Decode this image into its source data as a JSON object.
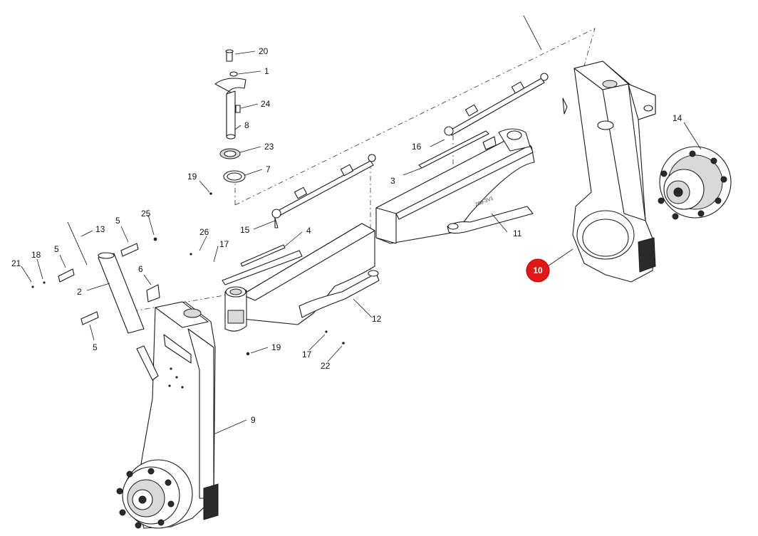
{
  "diagram": {
    "frame_stamp": "Z98-3V1",
    "highlighted": "10",
    "callouts": [
      {
        "id": "c20",
        "label": "20"
      },
      {
        "id": "c1",
        "label": "1"
      },
      {
        "id": "c24",
        "label": "24"
      },
      {
        "id": "c8",
        "label": "8"
      },
      {
        "id": "c23",
        "label": "23"
      },
      {
        "id": "c7",
        "label": "7"
      },
      {
        "id": "c19a",
        "label": "19"
      },
      {
        "id": "c15",
        "label": "15"
      },
      {
        "id": "c16",
        "label": "16"
      },
      {
        "id": "c3",
        "label": "3"
      },
      {
        "id": "c11",
        "label": "11"
      },
      {
        "id": "c4",
        "label": "4"
      },
      {
        "id": "c26",
        "label": "26"
      },
      {
        "id": "c17a",
        "label": "17"
      },
      {
        "id": "c13",
        "label": "13"
      },
      {
        "id": "c5a",
        "label": "5"
      },
      {
        "id": "c25",
        "label": "25"
      },
      {
        "id": "c5b",
        "label": "5"
      },
      {
        "id": "c18",
        "label": "18"
      },
      {
        "id": "c21",
        "label": "21"
      },
      {
        "id": "c6",
        "label": "6"
      },
      {
        "id": "c2",
        "label": "2"
      },
      {
        "id": "c5c",
        "label": "5"
      },
      {
        "id": "c12",
        "label": "12"
      },
      {
        "id": "c19b",
        "label": "19"
      },
      {
        "id": "c17b",
        "label": "17"
      },
      {
        "id": "c22",
        "label": "22"
      },
      {
        "id": "c9",
        "label": "9"
      },
      {
        "id": "c14",
        "label": "14"
      },
      {
        "id": "c10",
        "label": "10"
      }
    ]
  }
}
